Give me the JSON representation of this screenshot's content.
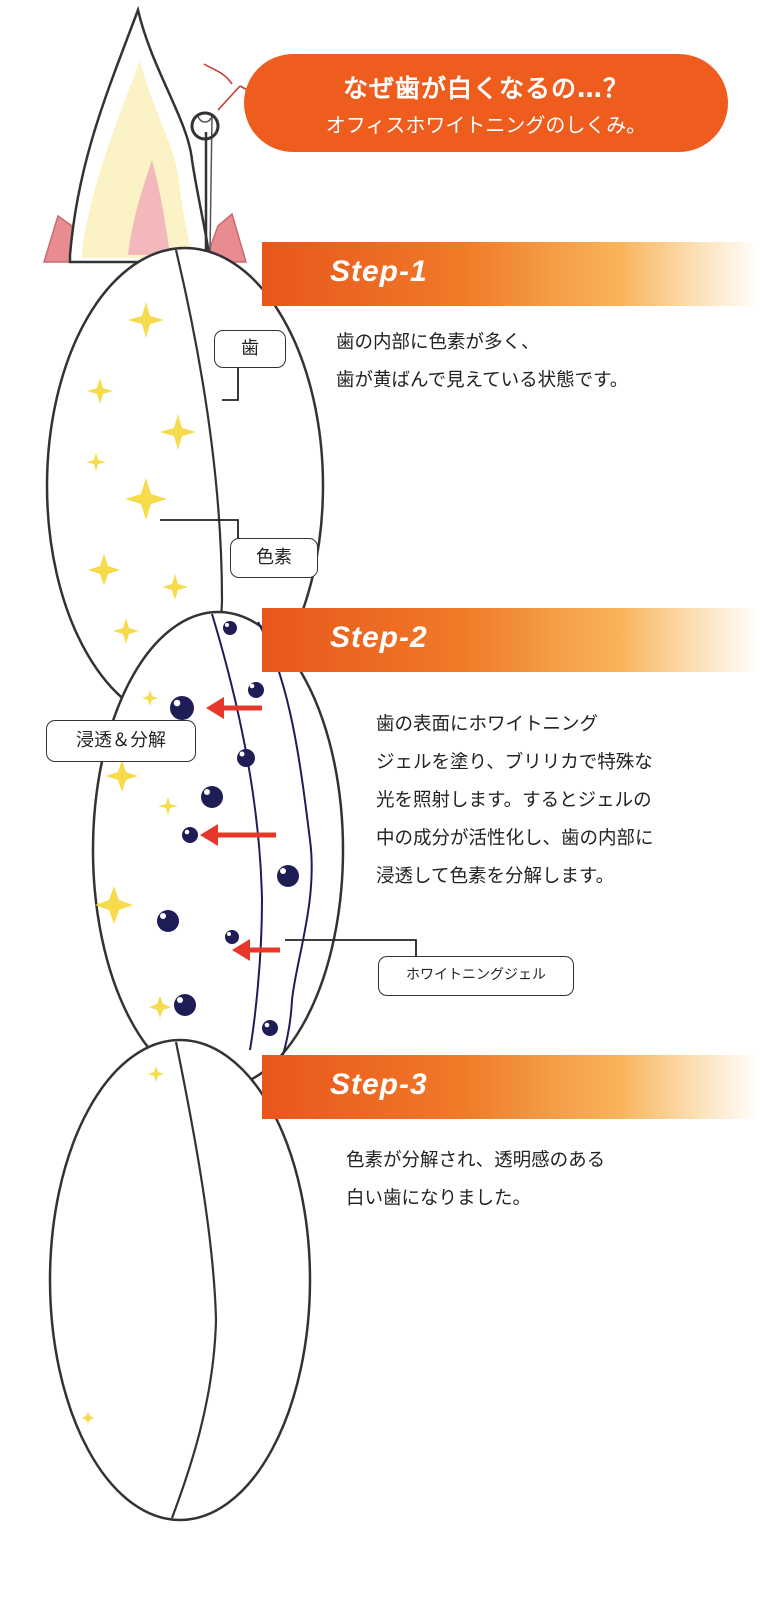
{
  "header": {
    "title": "なぜ歯が白くなるの…？",
    "subtitle": "オフィスホワイトニングのしくみ。"
  },
  "steps": [
    {
      "label": "Step-1",
      "lines": [
        "歯の内部に色素が多く、",
        "歯が黄ばんで見えている状態です。"
      ]
    },
    {
      "label": "Step-2",
      "lines": [
        "歯の表面にホワイトニング",
        "ジェルを塗り、ブリリカで特殊な",
        "光を照射します。するとジェルの",
        "中の成分が活性化し、歯の内部に",
        "浸透して色素を分解します。"
      ]
    },
    {
      "label": "Step-3",
      "lines": [
        "色素が分解され、透明感のある",
        "白い歯になりました。"
      ]
    }
  ],
  "callouts": {
    "tooth": "歯",
    "pigment": "色素",
    "penetration": "浸透＆分解",
    "gel": "ホワイトニングジェル"
  },
  "colors": {
    "accent_orange": "#ee5d1e",
    "pigment_yellow": "#f6dc4a",
    "gel_particle_navy": "#1f1d55",
    "arrow_red": "#e8372a",
    "gum_pink": "#e98c92",
    "tooth_cream": "#fbf3c6"
  }
}
